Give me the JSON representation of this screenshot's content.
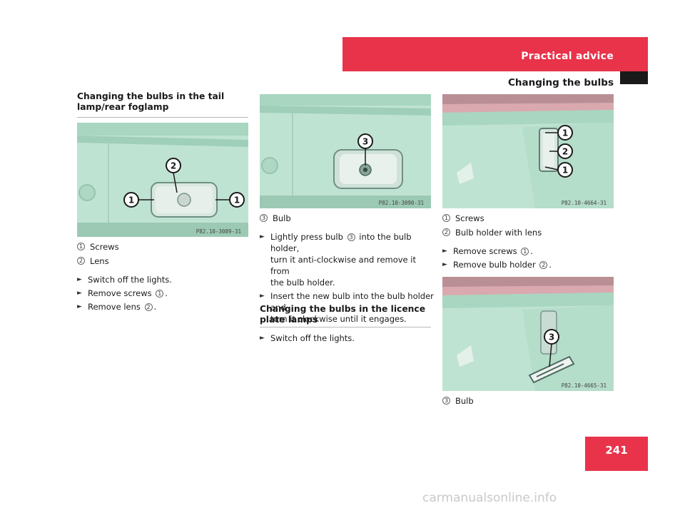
{
  "header": {
    "section": "Practical advice",
    "subsection": "Changing the bulbs"
  },
  "page_number": "241",
  "watermark": "carmanualsonline.info",
  "col1": {
    "title": "Changing the bulbs in the tail lamp/rear foglamp",
    "figure_ref": "P82.10-3089-31",
    "legend": [
      {
        "num": "1",
        "text": "Screws"
      },
      {
        "num": "2",
        "text": "Lens"
      }
    ],
    "steps": [
      {
        "text": "Switch off the lights."
      },
      {
        "text": "Remove screws",
        "ref": "1",
        "after": "."
      },
      {
        "text": "Remove lens",
        "ref": "2",
        "after": "."
      }
    ]
  },
  "col2": {
    "figure_ref": "P82.10-3090-31",
    "legend": [
      {
        "num": "3",
        "text": "Bulb"
      }
    ],
    "step1_pre": "Lightly press bulb",
    "step1_ref": "3",
    "step1_post": "into the bulb holder,",
    "step1_line2": "turn it anti-clockwise and remove it from",
    "step1_line3": "the bulb holder.",
    "step2_line1": "Insert the new bulb into the bulb holder and",
    "step2_line2": "turn it clockwise until it engages.",
    "title2": "Changing the bulbs in the licence plate lamps",
    "step3": "Switch off the lights."
  },
  "col3": {
    "figure1_ref": "P82.10-4664-31",
    "legend": [
      {
        "num": "1",
        "text": "Screws"
      },
      {
        "num": "2",
        "text": "Bulb holder with lens"
      }
    ],
    "steps": [
      {
        "text": "Remove screws",
        "ref": "1",
        "after": "."
      },
      {
        "text": "Remove bulb holder",
        "ref": "2",
        "after": "."
      }
    ],
    "figure2_ref": "P82.10-4665-31",
    "legend2": [
      {
        "num": "3",
        "text": "Bulb"
      }
    ]
  },
  "callouts": {
    "one": "1",
    "two": "2",
    "three": "3"
  },
  "colors": {
    "accent_red": "#e8334a",
    "figure_bg": "#bfe3d2"
  }
}
